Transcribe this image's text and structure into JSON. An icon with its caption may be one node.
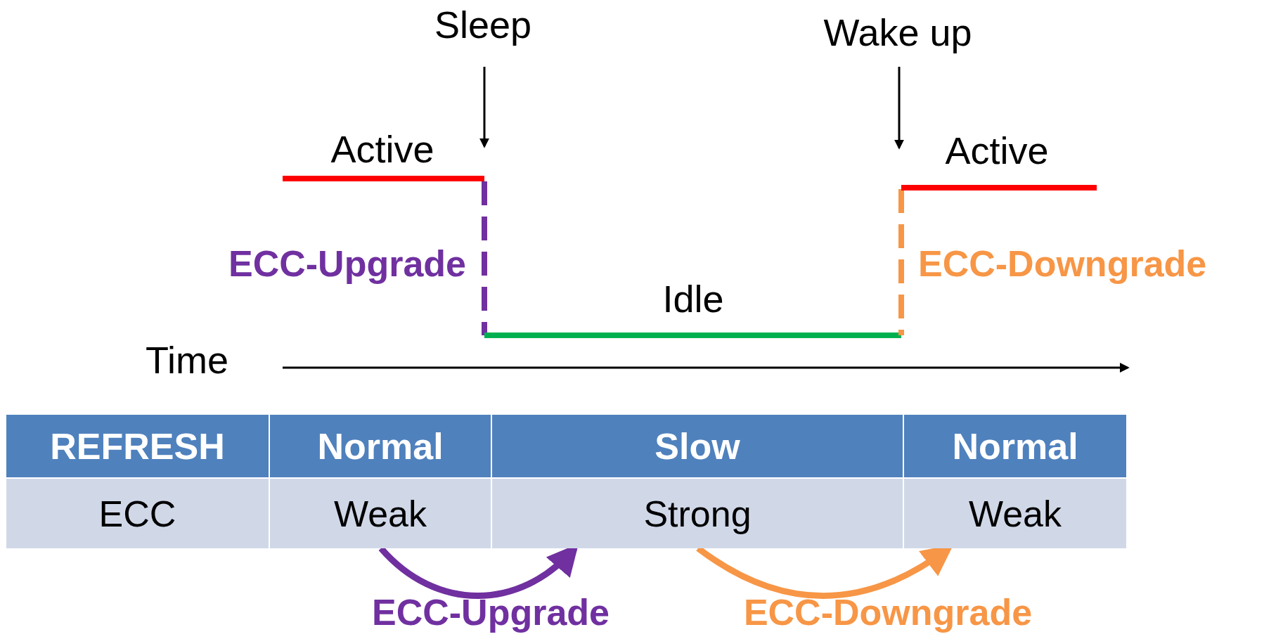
{
  "diagram": {
    "nodes": [
      {
        "text": [
          "REFRESH"
        ]
      },
      {
        "text": [
          "Normal"
        ]
      },
      {
        "text": [
          "Slow"
        ]
      },
      {
        "text": [
          "Normal"
        ]
      },
      {
        "text": [
          "ECC"
        ]
      },
      {
        "text": [
          "Weak"
        ]
      },
      {
        "text": [
          "Strong"
        ]
      },
      {
        "text": [
          "Weak"
        ]
      }
    ],
    "edges": [
      {
        "from": 5,
        "to": 6,
        "arrow": "to",
        "label": "ECC-Upgrade",
        "color": "#7030a0"
      },
      {
        "from": 6,
        "to": 7,
        "arrow": "to",
        "label": "ECC-Downgrade",
        "color": "#f79646"
      }
    ],
    "labels": [
      "Sleep",
      "Wake up",
      "Active",
      "Active",
      "ECC-Upgrade",
      "ECC-Downgrade",
      "Idle",
      "Time"
    ]
  }
}
